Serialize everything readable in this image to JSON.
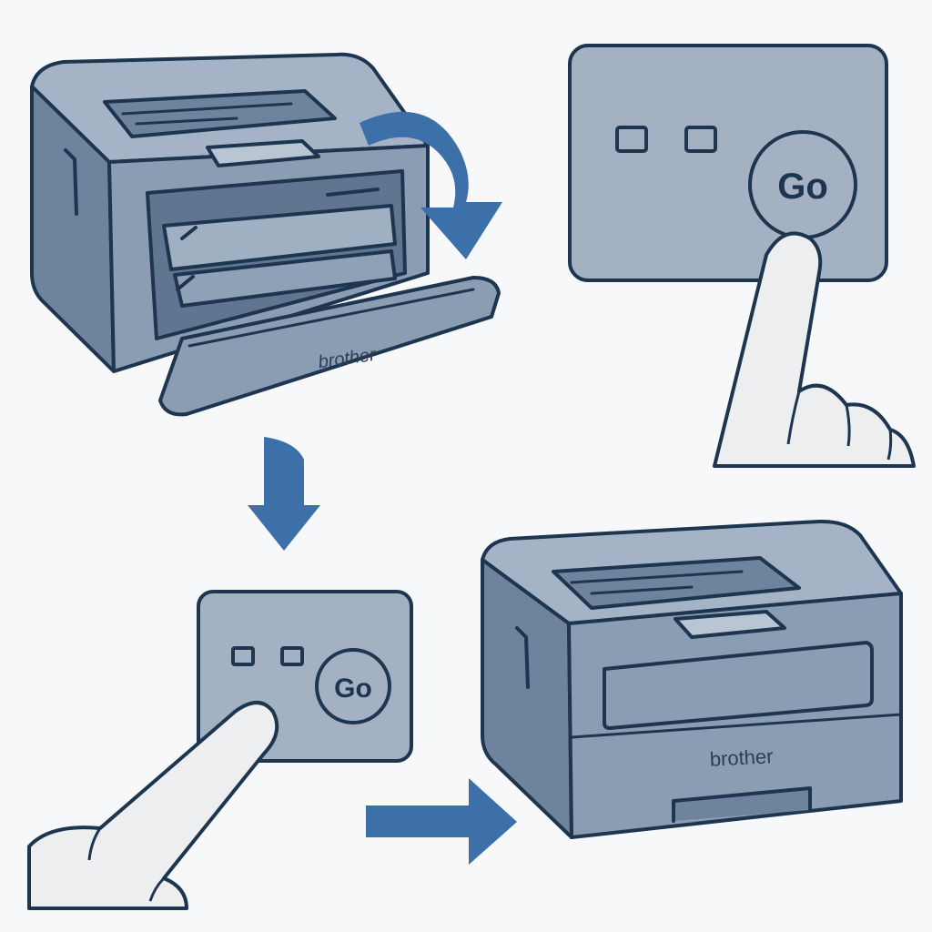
{
  "diagram": {
    "colors": {
      "body": "#8a9db3",
      "body_light": "#a4b4c6",
      "body_dark": "#6e839c",
      "interior": "#5f7590",
      "panel": "#a3b1c2",
      "outline": "#1e3550",
      "arrow": "#3d6fa8",
      "finger": "#eceeef",
      "background": "#f7f8fa"
    },
    "steps": [
      {
        "id": "open-printer",
        "brand_label": "brother",
        "front_cover": "open",
        "icons": [
          "toner-drum-icon",
          "curved-close-arrow-icon"
        ]
      },
      {
        "id": "press-go-large",
        "button_label": "Go",
        "led_count": 2,
        "icons": [
          "led-icon",
          "finger-icon"
        ]
      },
      {
        "id": "press-go-small",
        "button_label": "Go",
        "led_count": 2,
        "icons": [
          "led-icon",
          "finger-icon"
        ]
      },
      {
        "id": "closed-printer",
        "brand_label": "brother",
        "front_cover": "closed",
        "icons": [
          "paper-tray-icon"
        ]
      }
    ],
    "flow_arrows": [
      "down-arrow-icon",
      "right-arrow-icon"
    ]
  }
}
